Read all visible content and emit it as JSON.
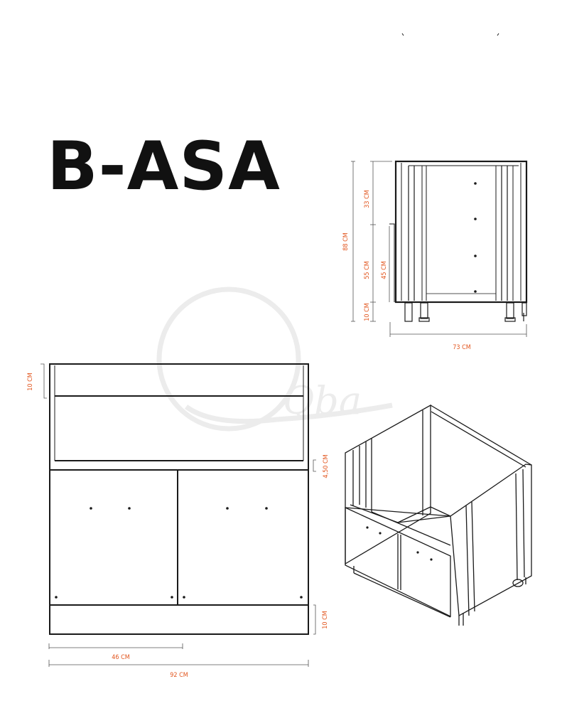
{
  "title": "B-ASA",
  "watermark": "Qba",
  "colors": {
    "line": "#1a1a1a",
    "dimension": "#e2561f",
    "dimension_line": "#555555",
    "watermark": "#ececec"
  },
  "side_view": {
    "height_total": "88 CM",
    "height_upper": "33 CM",
    "height_lower": "55 CM",
    "height_panel": "45 CM",
    "height_base": "10 CM",
    "depth": "73 CM"
  },
  "front_view": {
    "top_rail": "10 CM",
    "shelf_gap": "4,50 CM",
    "plinth": "10 CM",
    "door_width": "46 CM",
    "total_width": "92 CM"
  }
}
